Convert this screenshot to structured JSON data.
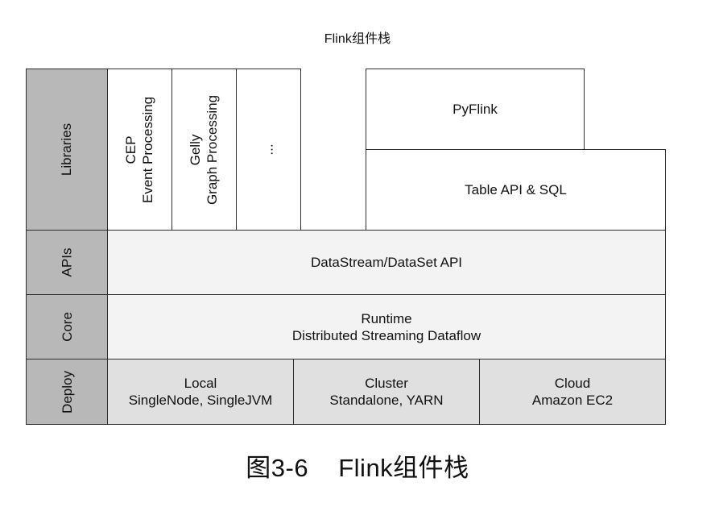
{
  "title": "Flink组件栈",
  "layers": {
    "libraries": "Libraries",
    "apis": "APIs",
    "core": "Core",
    "deploy": "Deploy"
  },
  "libraries": {
    "cep": {
      "line1": "CEP",
      "line2": "Event Processing"
    },
    "gelly": {
      "line1": "Gelly",
      "line2": "Graph Processing"
    },
    "more": "..."
  },
  "pyflink": "PyFlink",
  "table_api": "Table API & SQL",
  "apis": {
    "datastream": "DataStream/DataSet API"
  },
  "core": {
    "line1": "Runtime",
    "line2": "Distributed Streaming Dataflow"
  },
  "deploy": {
    "local": {
      "line1": "Local",
      "line2": "SingleNode, SingleJVM"
    },
    "cluster": {
      "line1": "Cluster",
      "line2": "Standalone, YARN"
    },
    "cloud": {
      "line1": "Cloud",
      "line2": "Amazon EC2"
    }
  },
  "caption": {
    "figure": "图3-6",
    "text": "Flink组件栈"
  }
}
